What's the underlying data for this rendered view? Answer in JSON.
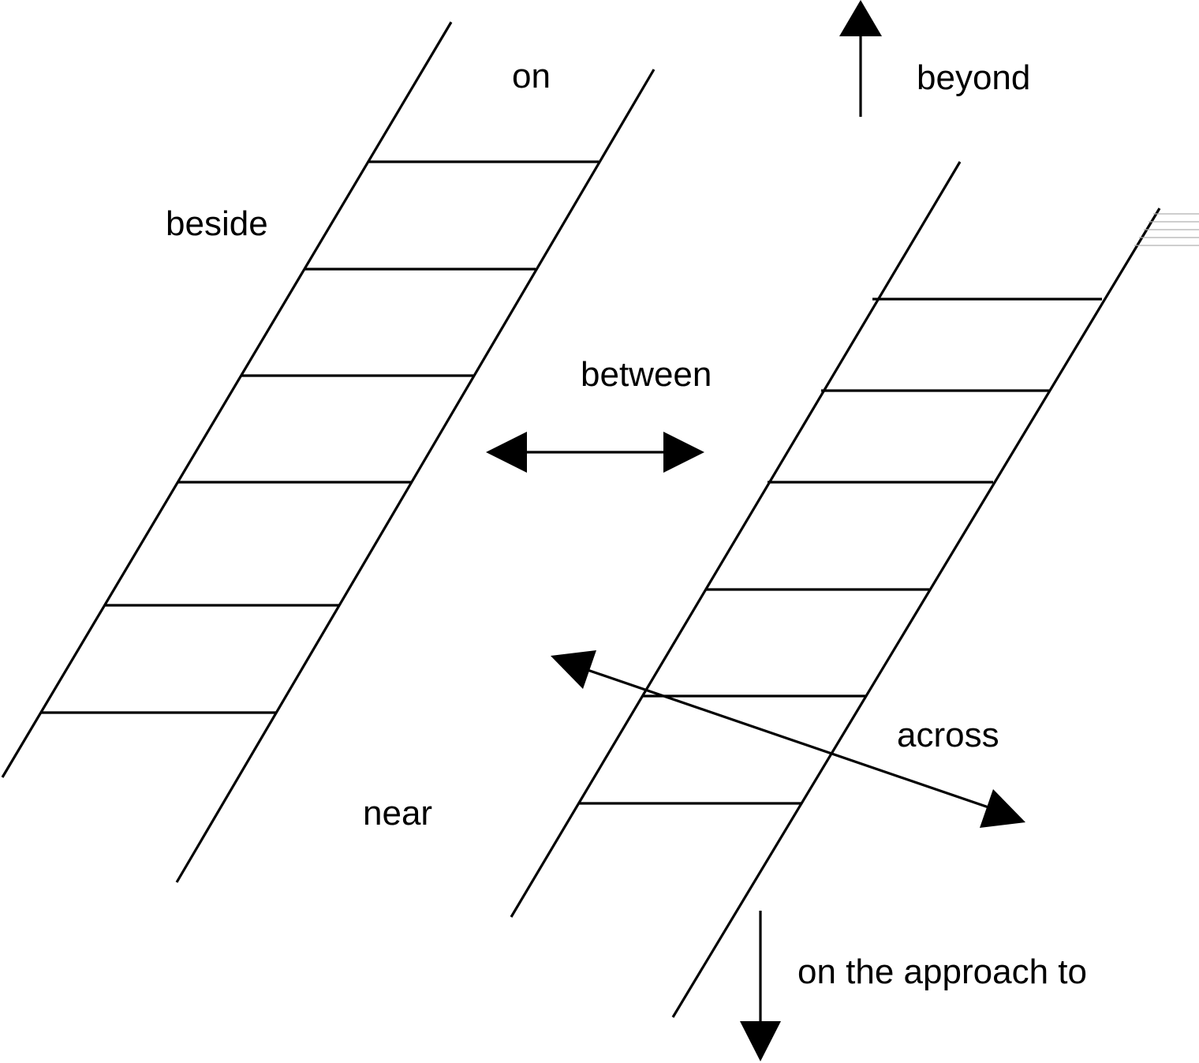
{
  "labels": {
    "on": "on",
    "beside": "beside",
    "beyond": "beyond",
    "between": "between",
    "across": "across",
    "near": "near",
    "approach": "on the approach to"
  },
  "colors": {
    "ink": "#000000",
    "background": "#ffffff"
  },
  "icons": {
    "up_arrow": "arrow-up-icon",
    "down_arrow": "arrow-down-icon",
    "double_arrow": "double-headed-arrow-icon",
    "diagonal_arrow": "diagonal-double-arrow-icon"
  }
}
